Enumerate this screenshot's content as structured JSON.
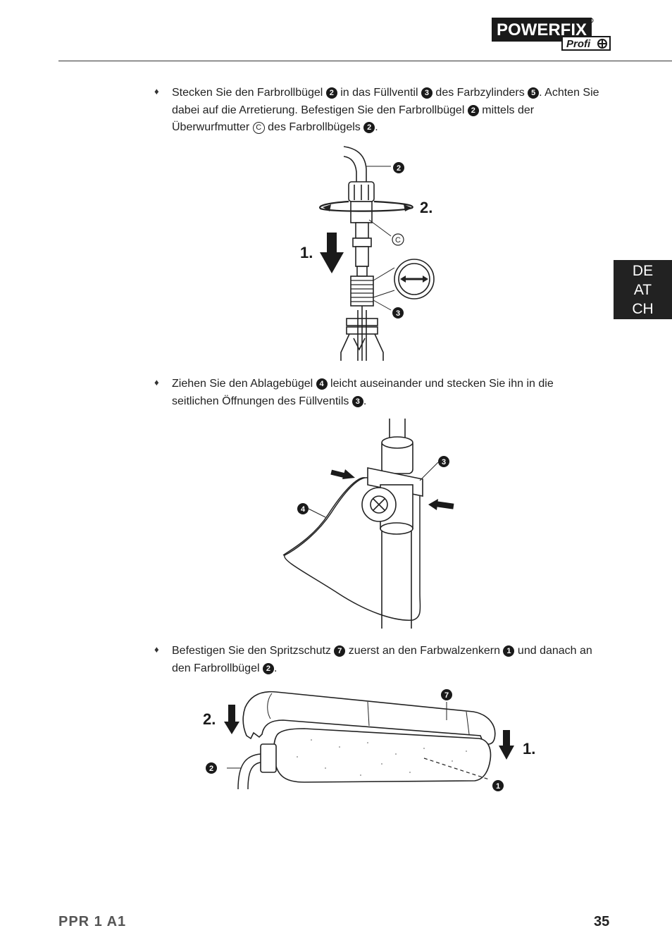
{
  "header": {
    "brand": "POWERFIX",
    "sub_brand": "Profi"
  },
  "side_tab": {
    "line1": "DE",
    "line2": "AT",
    "line3": "CH"
  },
  "steps": [
    {
      "bullet": "♦",
      "t1": "Stecken Sie den Farbrollbügel ",
      "n1": "2",
      "t2": " in das Füllventil ",
      "n2": "3",
      "t3": " des Farbzylinders ",
      "n3": "5",
      "t4": ". Achten Sie dabei auf die Arretierung. Befestigen Sie den Farbrollbügel ",
      "n4": "2",
      "t5": " mittels der Überwurfmutter ",
      "c1": "C",
      "t6": " des Farbrollbügels ",
      "n5": "2",
      "t7": "."
    },
    {
      "bullet": "♦",
      "t1": "Ziehen Sie den Ablagebügel ",
      "n1": "4",
      "t2": " leicht auseinander und stecken Sie ihn in die seitlichen Öffnungen des Füllventils ",
      "n2": "3",
      "t3": "."
    },
    {
      "bullet": "♦",
      "t1": "Befestigen Sie den Spritzschutz ",
      "n1": "7",
      "t2": " zuerst an den Farbwalzenkern ",
      "n2": "1",
      "t3": " und danach an den Farbrollbügel ",
      "n3": "2",
      "t4": "."
    }
  ],
  "figure1": {
    "step1": "1.",
    "step2": "2.",
    "label_top": "2",
    "label_nut": "C",
    "label_valve": "3"
  },
  "figure2": {
    "label_valve": "3",
    "label_stand": "4"
  },
  "figure3": {
    "step1": "1.",
    "step2": "2.",
    "label_guard": "7",
    "label_core": "1",
    "label_handle": "2"
  },
  "footer": {
    "model": "PPR 1 A1",
    "page": "35"
  }
}
